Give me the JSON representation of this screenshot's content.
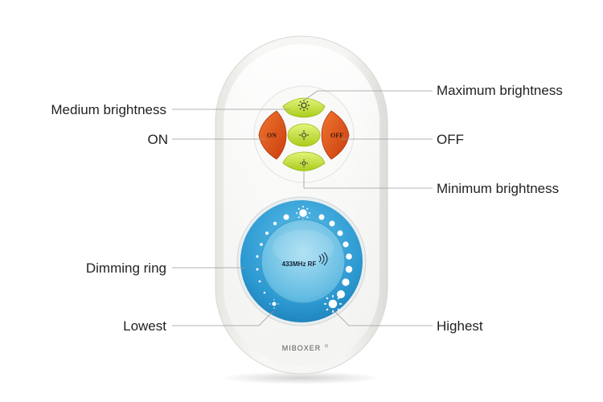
{
  "labels": {
    "medium_brightness": "Medium brightness",
    "on": "ON",
    "dimming_ring": "Dimming ring",
    "lowest": "Lowest",
    "maximum_brightness": "Maximum brightness",
    "off": "OFF",
    "minimum_brightness": "Minimum brightness",
    "highest": "Highest"
  },
  "remote": {
    "on_button_text": "ON",
    "off_button_text": "OFF",
    "rf_text": "433MHz RF",
    "brand": "MIBOXER"
  },
  "colors": {
    "shell": "#f2f2f0",
    "green_button": "#c6e23a",
    "orange_button": "#e8541c",
    "ring_blue": "#3aa6d8",
    "center_blue": "#7ec9e6",
    "leader_line": "#999999"
  }
}
